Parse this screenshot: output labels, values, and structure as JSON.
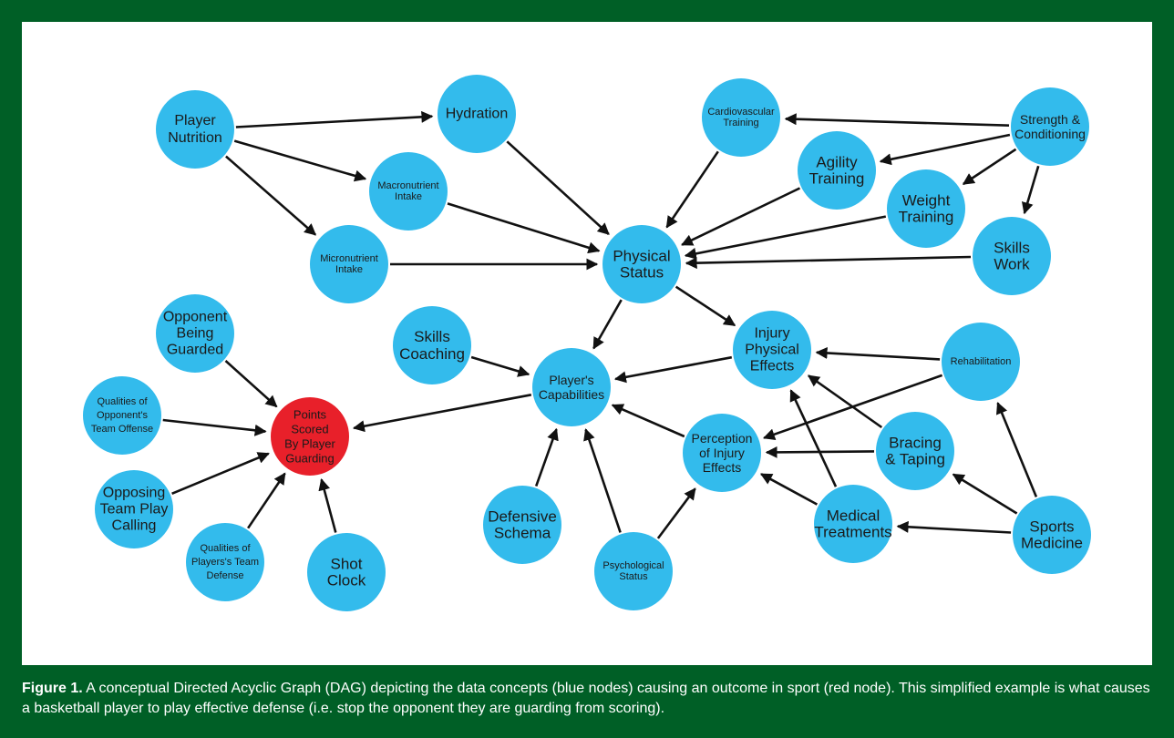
{
  "colors": {
    "frame": "#005f26",
    "node_blue": "#33bbec",
    "node_red": "#e8202a",
    "edge": "#111111",
    "caption_text": "#ffffff"
  },
  "caption": {
    "label": "Figure 1.",
    "text": "A conceptual Directed Acyclic Graph (DAG) depicting the data concepts (blue nodes) causing an outcome in sport (red node). This simplified example is what causes a basketball player to play effective defense (i.e. stop the opponent they are guarding from scoring)."
  },
  "diagram": {
    "nodes": [
      {
        "id": "player-nutrition",
        "lines": [
          "Player",
          "Nutrition"
        ],
        "kind": "concept"
      },
      {
        "id": "hydration",
        "lines": [
          "Hydration"
        ],
        "kind": "concept"
      },
      {
        "id": "macronutrient-intake",
        "lines": [
          "Macronutrient",
          "Intake"
        ],
        "kind": "concept"
      },
      {
        "id": "micronutrient-intake",
        "lines": [
          "Micronutrient",
          "Intake"
        ],
        "kind": "concept"
      },
      {
        "id": "cardiovascular-training",
        "lines": [
          "Cardiovascular",
          "Training"
        ],
        "kind": "concept"
      },
      {
        "id": "strength-conditioning",
        "lines": [
          "Strength &",
          "Conditioning"
        ],
        "kind": "concept"
      },
      {
        "id": "agility-training",
        "lines": [
          "Agility",
          "Training"
        ],
        "kind": "concept"
      },
      {
        "id": "weight-training",
        "lines": [
          "Weight",
          "Training"
        ],
        "kind": "concept"
      },
      {
        "id": "skills-work",
        "lines": [
          "Skills",
          "Work"
        ],
        "kind": "concept"
      },
      {
        "id": "physical-status",
        "lines": [
          "Physical",
          "Status"
        ],
        "kind": "concept"
      },
      {
        "id": "opponent-being-guarded",
        "lines": [
          "Opponent",
          "Being",
          "Guarded"
        ],
        "kind": "concept"
      },
      {
        "id": "skills-coaching",
        "lines": [
          "Skills",
          "Coaching"
        ],
        "kind": "concept"
      },
      {
        "id": "players-capabilities",
        "lines": [
          "Player's",
          "Capabilities"
        ],
        "kind": "concept"
      },
      {
        "id": "injury-physical-effects",
        "lines": [
          "Injury",
          "Physical",
          "Effects"
        ],
        "kind": "concept"
      },
      {
        "id": "rehabilitation",
        "lines": [
          "Rehabilitation"
        ],
        "kind": "concept"
      },
      {
        "id": "qualities-opponent-offense",
        "lines": [
          "Qualities of",
          "Opponent's",
          "Team Offense"
        ],
        "kind": "concept"
      },
      {
        "id": "points-scored",
        "lines": [
          "Points",
          "Scored",
          "By Player",
          "Guarding"
        ],
        "kind": "outcome"
      },
      {
        "id": "perception-injury-effects",
        "lines": [
          "Perception",
          "of Injury",
          "Effects"
        ],
        "kind": "concept"
      },
      {
        "id": "bracing-taping",
        "lines": [
          "Bracing",
          "& Taping"
        ],
        "kind": "concept"
      },
      {
        "id": "opposing-team-play-calling",
        "lines": [
          "Opposing",
          "Team Play",
          "Calling"
        ],
        "kind": "concept"
      },
      {
        "id": "defensive-schema",
        "lines": [
          "Defensive",
          "Schema"
        ],
        "kind": "concept"
      },
      {
        "id": "medical-treatments",
        "lines": [
          "Medical",
          "Treatments"
        ],
        "kind": "concept"
      },
      {
        "id": "sports-medicine",
        "lines": [
          "Sports",
          "Medicine"
        ],
        "kind": "concept"
      },
      {
        "id": "qualities-players-defense",
        "lines": [
          "Qualities of",
          "Players's Team",
          "Defense"
        ],
        "kind": "concept"
      },
      {
        "id": "shot-clock",
        "lines": [
          "Shot",
          "Clock"
        ],
        "kind": "concept"
      },
      {
        "id": "psychological-status",
        "lines": [
          "Psychological",
          "Status"
        ],
        "kind": "concept"
      }
    ],
    "edges": [
      {
        "from": "player-nutrition",
        "to": "hydration"
      },
      {
        "from": "player-nutrition",
        "to": "macronutrient-intake"
      },
      {
        "from": "player-nutrition",
        "to": "micronutrient-intake"
      },
      {
        "from": "hydration",
        "to": "physical-status"
      },
      {
        "from": "macronutrient-intake",
        "to": "physical-status"
      },
      {
        "from": "micronutrient-intake",
        "to": "physical-status"
      },
      {
        "from": "cardiovascular-training",
        "to": "physical-status"
      },
      {
        "from": "agility-training",
        "to": "physical-status"
      },
      {
        "from": "weight-training",
        "to": "physical-status"
      },
      {
        "from": "skills-work",
        "to": "physical-status"
      },
      {
        "from": "strength-conditioning",
        "to": "cardiovascular-training"
      },
      {
        "from": "strength-conditioning",
        "to": "agility-training"
      },
      {
        "from": "strength-conditioning",
        "to": "weight-training"
      },
      {
        "from": "strength-conditioning",
        "to": "skills-work"
      },
      {
        "from": "physical-status",
        "to": "players-capabilities"
      },
      {
        "from": "physical-status",
        "to": "injury-physical-effects"
      },
      {
        "from": "skills-coaching",
        "to": "players-capabilities"
      },
      {
        "from": "injury-physical-effects",
        "to": "players-capabilities"
      },
      {
        "from": "rehabilitation",
        "to": "injury-physical-effects"
      },
      {
        "from": "rehabilitation",
        "to": "perception-injury-effects"
      },
      {
        "from": "bracing-taping",
        "to": "injury-physical-effects"
      },
      {
        "from": "bracing-taping",
        "to": "perception-injury-effects"
      },
      {
        "from": "medical-treatments",
        "to": "injury-physical-effects"
      },
      {
        "from": "medical-treatments",
        "to": "perception-injury-effects"
      },
      {
        "from": "sports-medicine",
        "to": "rehabilitation"
      },
      {
        "from": "sports-medicine",
        "to": "bracing-taping"
      },
      {
        "from": "sports-medicine",
        "to": "medical-treatments"
      },
      {
        "from": "perception-injury-effects",
        "to": "players-capabilities"
      },
      {
        "from": "psychological-status",
        "to": "players-capabilities"
      },
      {
        "from": "psychological-status",
        "to": "perception-injury-effects"
      },
      {
        "from": "defensive-schema",
        "to": "players-capabilities"
      },
      {
        "from": "players-capabilities",
        "to": "points-scored"
      },
      {
        "from": "opponent-being-guarded",
        "to": "points-scored"
      },
      {
        "from": "qualities-opponent-offense",
        "to": "points-scored"
      },
      {
        "from": "opposing-team-play-calling",
        "to": "points-scored"
      },
      {
        "from": "qualities-players-defense",
        "to": "points-scored"
      },
      {
        "from": "shot-clock",
        "to": "points-scored"
      }
    ]
  }
}
